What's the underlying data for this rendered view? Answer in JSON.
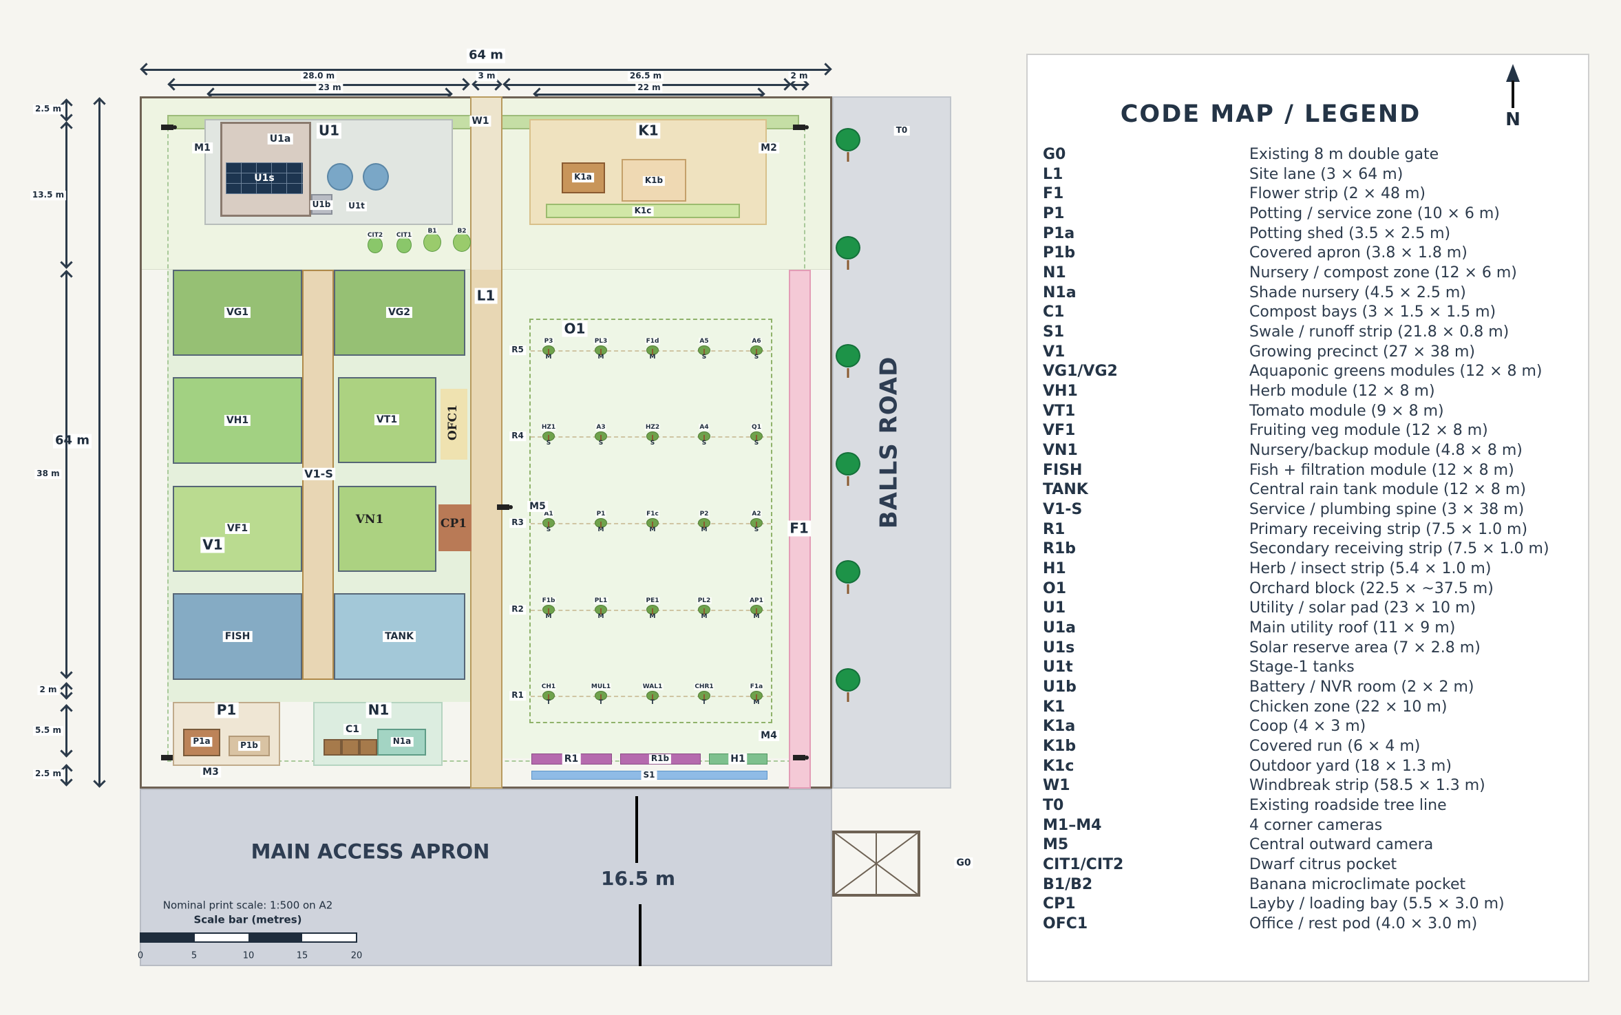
{
  "dimensions": {
    "overall_width": "64 m",
    "top_row": [
      "28.0 m",
      "3 m",
      "26.5 m",
      "2 m"
    ],
    "second_row": [
      "23 m",
      "22 m"
    ],
    "overall_height": "64 m",
    "left_segments": [
      "2.5 m",
      "13.5 m",
      "38 m",
      "2 m",
      "5.5 m",
      "2.5 m"
    ]
  },
  "site": {
    "W1": "W1",
    "U1": "U1",
    "U1a": "U1a",
    "U1s": "U1s",
    "U1b": "U1b",
    "U1t": "U1t",
    "M1": "M1",
    "M2": "M2",
    "M3": "M3",
    "M4": "M4",
    "M5": "M5",
    "K1": "K1",
    "K1a": "K1a",
    "K1b": "K1b",
    "K1c": "K1c",
    "CIT2": "CIT2",
    "CIT1": "CIT1",
    "B1": "B1",
    "B2": "B2",
    "L1": "L1",
    "VG1": "VG1",
    "VG2": "VG2",
    "VH1": "VH1",
    "VT1": "VT1",
    "OFC1": "OFC1",
    "V1S": "V1-S",
    "VF1": "VF1",
    "VN1": "VN1",
    "CP1": "CP1",
    "V1": "V1",
    "FISH": "FISH",
    "TANK": "TANK",
    "P1": "P1",
    "P1a": "P1a",
    "P1b": "P1b",
    "N1": "N1",
    "C1": "C1",
    "N1a": "N1a",
    "R1": "R1",
    "R1b": "R1b",
    "H1": "H1",
    "S1": "S1",
    "F1": "F1",
    "T0": "T0",
    "road": "BALLS ROAD",
    "G0": "G0",
    "apron": "MAIN ACCESS APRON",
    "apron_width": "16.5 m"
  },
  "orchard": {
    "label": "O1",
    "rows": [
      {
        "label": "R5",
        "trees": [
          {
            "code": "P3",
            "size": "M"
          },
          {
            "code": "PL3",
            "size": "M"
          },
          {
            "code": "F1d",
            "size": "M"
          },
          {
            "code": "A5",
            "size": "S"
          },
          {
            "code": "A6",
            "size": "S"
          }
        ]
      },
      {
        "label": "R4",
        "trees": [
          {
            "code": "HZ1",
            "size": "S"
          },
          {
            "code": "A3",
            "size": "S"
          },
          {
            "code": "HZ2",
            "size": "S"
          },
          {
            "code": "A4",
            "size": "S"
          },
          {
            "code": "Q1",
            "size": "S"
          }
        ]
      },
      {
        "label": "R3",
        "trees": [
          {
            "code": "A1",
            "size": "S"
          },
          {
            "code": "P1",
            "size": "M"
          },
          {
            "code": "F1c",
            "size": "M"
          },
          {
            "code": "P2",
            "size": "M"
          },
          {
            "code": "A2",
            "size": "S"
          }
        ]
      },
      {
        "label": "R2",
        "trees": [
          {
            "code": "F1b",
            "size": "M"
          },
          {
            "code": "PL1",
            "size": "M"
          },
          {
            "code": "PE1",
            "size": "M"
          },
          {
            "code": "PL2",
            "size": "M"
          },
          {
            "code": "AP1",
            "size": "M"
          }
        ]
      },
      {
        "label": "R1",
        "trees": [
          {
            "code": "CH1",
            "size": "T"
          },
          {
            "code": "MUL1",
            "size": "T"
          },
          {
            "code": "WAL1",
            "size": "T"
          },
          {
            "code": "CHR1",
            "size": "T"
          },
          {
            "code": "F1a",
            "size": "M"
          }
        ]
      }
    ]
  },
  "scale": {
    "note": "Nominal print scale: 1:500 on A2",
    "title": "Scale bar (metres)",
    "ticks": [
      "0",
      "5",
      "10",
      "15",
      "20"
    ]
  },
  "legend": {
    "title": "CODE MAP / LEGEND",
    "north": "N",
    "items": [
      {
        "code": "G0",
        "desc": "Existing 8 m double gate"
      },
      {
        "code": "L1",
        "desc": "Site lane (3 × 64 m)"
      },
      {
        "code": "F1",
        "desc": "Flower strip (2 × 48 m)"
      },
      {
        "code": "P1",
        "desc": "Potting / service zone (10 × 6 m)"
      },
      {
        "code": "P1a",
        "desc": "Potting shed (3.5 × 2.5 m)"
      },
      {
        "code": "P1b",
        "desc": "Covered apron (3.8 × 1.8 m)"
      },
      {
        "code": "N1",
        "desc": "Nursery / compost zone (12 × 6 m)"
      },
      {
        "code": "N1a",
        "desc": "Shade nursery (4.5 × 2.5 m)"
      },
      {
        "code": "C1",
        "desc": "Compost bays (3 × 1.5 × 1.5 m)"
      },
      {
        "code": "S1",
        "desc": "Swale / runoff strip (21.8 × 0.8 m)"
      },
      {
        "code": "V1",
        "desc": "Growing precinct (27 × 38 m)"
      },
      {
        "code": "VG1/VG2",
        "desc": "Aquaponic greens modules (12 × 8 m)"
      },
      {
        "code": "VH1",
        "desc": "Herb module (12 × 8 m)"
      },
      {
        "code": "VT1",
        "desc": "Tomato module (9 × 8 m)"
      },
      {
        "code": "VF1",
        "desc": "Fruiting veg module (12 × 8 m)"
      },
      {
        "code": "VN1",
        "desc": "Nursery/backup module (4.8 × 8 m)"
      },
      {
        "code": "FISH",
        "desc": "Fish + filtration module (12 × 8 m)"
      },
      {
        "code": "TANK",
        "desc": "Central rain tank module (12 × 8 m)"
      },
      {
        "code": "V1-S",
        "desc": "Service / plumbing spine (3 × 38 m)"
      },
      {
        "code": "R1",
        "desc": "Primary receiving strip (7.5 × 1.0 m)"
      },
      {
        "code": "R1b",
        "desc": "Secondary receiving strip (7.5 × 1.0 m)"
      },
      {
        "code": "H1",
        "desc": "Herb / insect strip (5.4 × 1.0 m)"
      },
      {
        "code": "O1",
        "desc": "Orchard block (22.5 × ~37.5 m)"
      },
      {
        "code": "U1",
        "desc": "Utility / solar pad (23 × 10 m)"
      },
      {
        "code": "U1a",
        "desc": "Main utility roof (11 × 9 m)"
      },
      {
        "code": "U1s",
        "desc": "Solar reserve area (7 × 2.8 m)"
      },
      {
        "code": "U1t",
        "desc": "Stage-1 tanks"
      },
      {
        "code": "U1b",
        "desc": "Battery / NVR room (2 × 2 m)"
      },
      {
        "code": "K1",
        "desc": "Chicken zone (22 × 10 m)"
      },
      {
        "code": "K1a",
        "desc": "Coop (4 × 3 m)"
      },
      {
        "code": "K1b",
        "desc": "Covered run (6 × 4 m)"
      },
      {
        "code": "K1c",
        "desc": "Outdoor yard (18 × 1.3 m)"
      },
      {
        "code": "W1",
        "desc": "Windbreak strip (58.5 × 1.3 m)"
      },
      {
        "code": "T0",
        "desc": "Existing roadside tree line"
      },
      {
        "code": "M1–M4",
        "desc": "4 corner cameras"
      },
      {
        "code": "M5",
        "desc": "Central outward camera"
      },
      {
        "code": "CIT1/CIT2",
        "desc": "Dwarf citrus pocket"
      },
      {
        "code": "B1/B2",
        "desc": "Banana microclimate pocket"
      },
      {
        "code": "CP1",
        "desc": "Layby / loading bay (5.5 × 3.0 m)"
      },
      {
        "code": "OFC1",
        "desc": "Office / rest pod (4.0 × 3.0 m)"
      }
    ]
  }
}
